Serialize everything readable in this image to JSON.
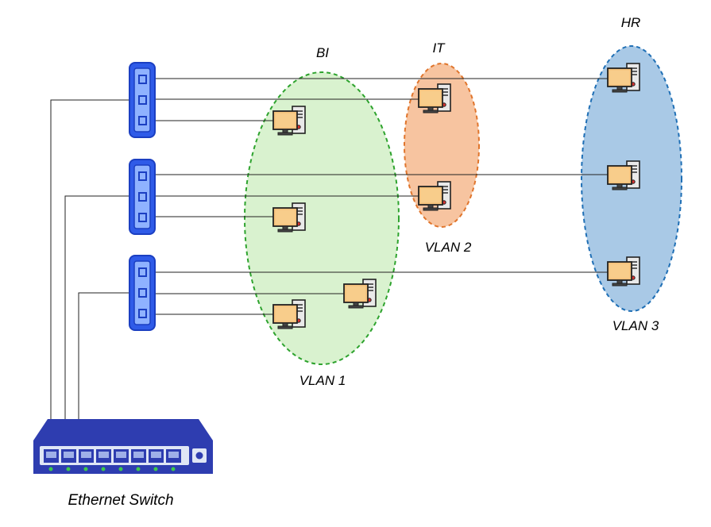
{
  "groups": {
    "bi": {
      "title": "BI",
      "vlan": "VLAN 1",
      "fill": "#d9f2cf",
      "stroke": "#2ea32e"
    },
    "it": {
      "title": "IT",
      "vlan": "VLAN 2",
      "fill": "#f7c4a0",
      "stroke": "#e0752c"
    },
    "hr": {
      "title": "HR",
      "vlan": "VLAN 3",
      "fill": "#a9c9e6",
      "stroke": "#1f6fb5"
    }
  },
  "switch": {
    "label": "Ethernet Switch",
    "color": "#2e3db0",
    "led_color": "#3ec94a"
  },
  "hub_color": "#2f5be8",
  "icons": {
    "computer": "desktop-computer-icon",
    "hub": "network-hub-icon",
    "switch": "ethernet-switch-icon"
  }
}
